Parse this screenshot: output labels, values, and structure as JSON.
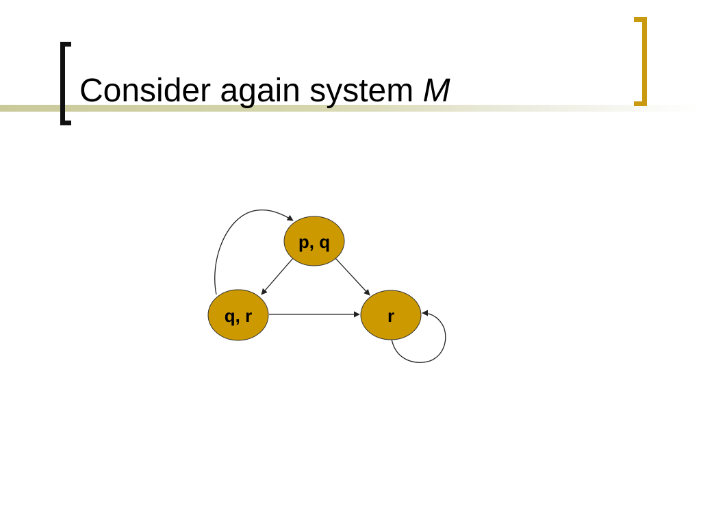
{
  "slide": {
    "title_text": "Consider again system",
    "title_variable": "M"
  },
  "colors": {
    "node_fill": "#cc9900",
    "accent_bracket": "#c99a10",
    "title_bracket": "#111111"
  },
  "diagram": {
    "nodes": [
      {
        "id": "pq",
        "label": "p, q"
      },
      {
        "id": "qr",
        "label": "q, r"
      },
      {
        "id": "r",
        "label": "r"
      }
    ],
    "edges": [
      {
        "from": "pq",
        "to": "qr"
      },
      {
        "from": "pq",
        "to": "r"
      },
      {
        "from": "qr",
        "to": "r"
      },
      {
        "from": "qr",
        "to": "pq"
      },
      {
        "from": "r",
        "to": "r"
      }
    ]
  }
}
